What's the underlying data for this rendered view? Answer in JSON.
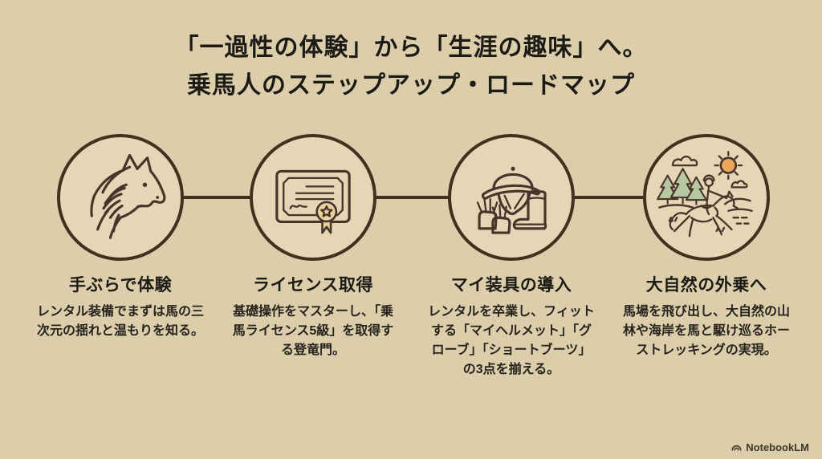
{
  "title": {
    "line1": "「一過性の体験」から「生涯の趣味」へ。",
    "line2": "乗馬人のステップアップ・ロードマップ"
  },
  "steps": [
    {
      "heading": "手ぶらで体験",
      "body": "レンタル装備でまずは馬の三次元の揺れと温もりを知る。",
      "icon": "horse-petting-icon"
    },
    {
      "heading": "ライセンス取得",
      "body": "基礎操作をマスターし、「乗馬ライセンス5級」を取得する登竜門。",
      "icon": "license-certificate-icon"
    },
    {
      "heading": "マイ装具の導入",
      "body": "レンタルを卒業し、フィットする「マイヘルメット」「グローブ」「ショートブーツ」の3点を揃える。",
      "icon": "riding-gear-icon"
    },
    {
      "heading": "大自然の外乗へ",
      "body": "馬場を飛び出し、大自然の山林や海岸を馬と駆け巡るホーストレッキングの実現。",
      "icon": "trail-riding-icon"
    }
  ],
  "footer": {
    "brand": "NotebookLM"
  },
  "colors": {
    "background": "#dcceab",
    "circle_fill": "#e5d7b5",
    "line_ink": "#46352a",
    "text": "#1d1b16",
    "seal_fill": "#ecd0a0",
    "sun_fill": "#e9a65a",
    "tree_fill": "#b8c6a2"
  }
}
